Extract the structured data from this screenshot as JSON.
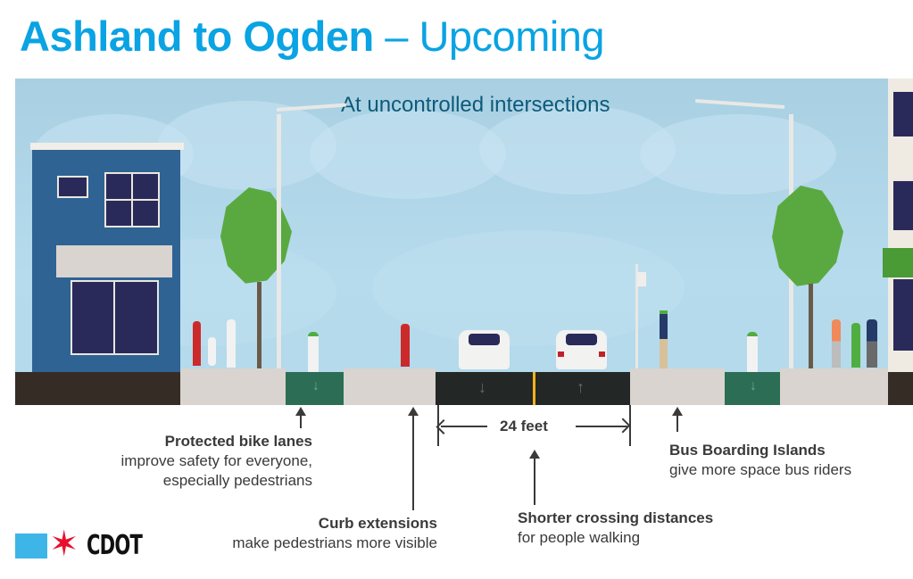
{
  "slide": {
    "title_bold": "Ashland to Ogden",
    "title_rest": "– Upcoming",
    "title_color": "#0aa3e3"
  },
  "illustration": {
    "caption": "At uncontrolled intersections",
    "caption_color": "#0d5a7a",
    "colors": {
      "sky": "#b3d9ea",
      "building_left": "#2f6394",
      "sidewalk": "#d9d4cf",
      "bike_lane": "#2b6e55",
      "road": "#232826",
      "center_line": "#f2b31a",
      "foundation": "#352c26",
      "tree_green": "#5aa940"
    }
  },
  "dimension": {
    "label": "24 feet"
  },
  "callouts": {
    "bike_lanes": {
      "title": "Protected bike lanes",
      "line1": "improve safety for everyone,",
      "line2": "especially pedestrians"
    },
    "curb_extensions": {
      "title": "Curb extensions",
      "line1": "make pedestrians more visible"
    },
    "crossing": {
      "title": "Shorter crossing distances",
      "line1": "for people walking"
    },
    "bus_islands": {
      "title": "Bus Boarding Islands",
      "line1": "give more space bus riders"
    }
  },
  "logo": {
    "text": "CDOT",
    "square_color": "#3db5e6",
    "star_color": "#e8112d"
  }
}
